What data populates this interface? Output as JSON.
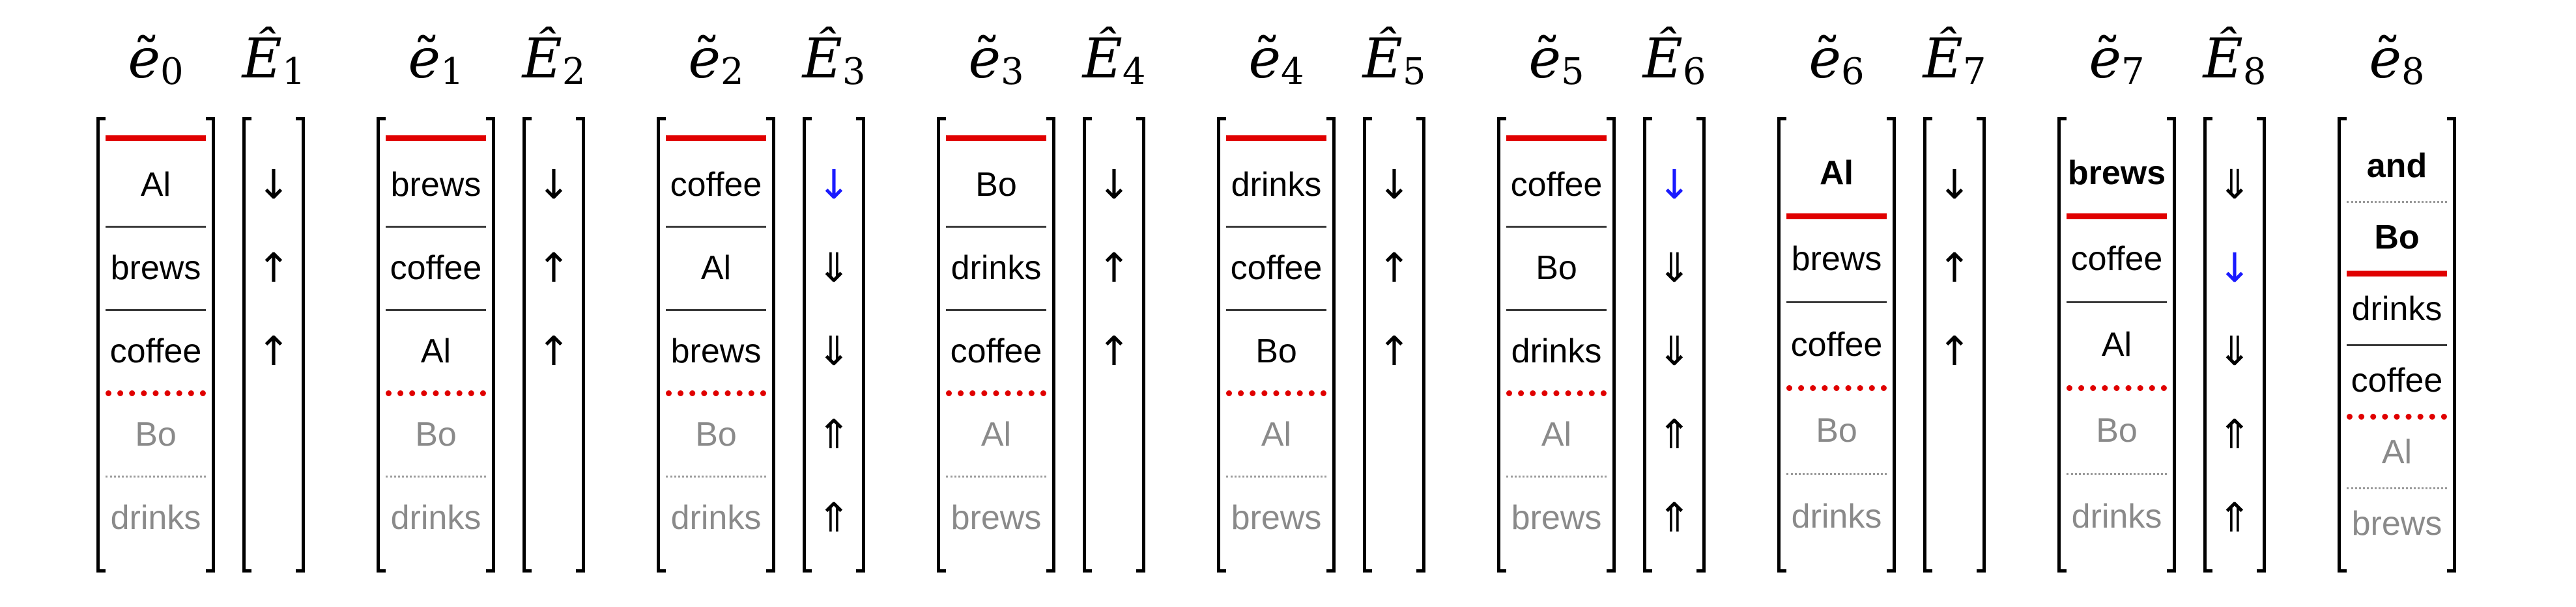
{
  "headers": {
    "e_symbol": "e",
    "E_symbol": "E",
    "e_indices": [
      "0",
      "1",
      "2",
      "3",
      "4",
      "5",
      "6",
      "7",
      "8"
    ],
    "E_indices": [
      "1",
      "2",
      "3",
      "4",
      "5",
      "6",
      "7",
      "8"
    ]
  },
  "stacks": [
    {
      "top_line": "red-solid",
      "cells": [
        {
          "text": "Al",
          "style": "normal"
        },
        {
          "text": "brews",
          "style": "normal"
        },
        {
          "text": "coffee",
          "style": "normal"
        },
        {
          "text": "Bo",
          "style": "removed"
        },
        {
          "text": "drinks",
          "style": "removed"
        }
      ],
      "separators": [
        "gray",
        "gray",
        "red-dot",
        "gray-dot"
      ]
    },
    {
      "top_line": "red-solid",
      "cells": [
        {
          "text": "brews",
          "style": "normal"
        },
        {
          "text": "coffee",
          "style": "normal"
        },
        {
          "text": "Al",
          "style": "normal"
        },
        {
          "text": "Bo",
          "style": "removed"
        },
        {
          "text": "drinks",
          "style": "removed"
        }
      ],
      "separators": [
        "gray",
        "gray",
        "red-dot",
        "gray-dot"
      ]
    },
    {
      "top_line": "red-solid",
      "cells": [
        {
          "text": "coffee",
          "style": "normal"
        },
        {
          "text": "Al",
          "style": "normal"
        },
        {
          "text": "brews",
          "style": "normal"
        },
        {
          "text": "Bo",
          "style": "removed"
        },
        {
          "text": "drinks",
          "style": "removed"
        }
      ],
      "separators": [
        "gray",
        "gray",
        "red-dot",
        "gray-dot"
      ]
    },
    {
      "top_line": "red-solid",
      "cells": [
        {
          "text": "Bo",
          "style": "normal"
        },
        {
          "text": "drinks",
          "style": "normal"
        },
        {
          "text": "coffee",
          "style": "normal"
        },
        {
          "text": "Al",
          "style": "removed"
        },
        {
          "text": "brews",
          "style": "removed"
        }
      ],
      "separators": [
        "gray",
        "gray",
        "red-dot",
        "gray-dot"
      ]
    },
    {
      "top_line": "red-solid",
      "cells": [
        {
          "text": "drinks",
          "style": "normal"
        },
        {
          "text": "coffee",
          "style": "normal"
        },
        {
          "text": "Bo",
          "style": "normal"
        },
        {
          "text": "Al",
          "style": "removed"
        },
        {
          "text": "brews",
          "style": "removed"
        }
      ],
      "separators": [
        "gray",
        "gray",
        "red-dot",
        "gray-dot"
      ]
    },
    {
      "top_line": "red-solid",
      "cells": [
        {
          "text": "coffee",
          "style": "normal"
        },
        {
          "text": "Bo",
          "style": "normal"
        },
        {
          "text": "drinks",
          "style": "normal"
        },
        {
          "text": "Al",
          "style": "removed"
        },
        {
          "text": "brews",
          "style": "removed"
        }
      ],
      "separators": [
        "gray",
        "gray",
        "red-dot",
        "gray-dot"
      ]
    },
    {
      "top_line": "none",
      "cells": [
        {
          "text": "Al",
          "style": "bold"
        },
        {
          "text": "brews",
          "style": "normal"
        },
        {
          "text": "coffee",
          "style": "normal"
        },
        {
          "text": "Bo",
          "style": "removed"
        },
        {
          "text": "drinks",
          "style": "removed"
        }
      ],
      "separators": [
        "red-solid",
        "gray",
        "red-dot",
        "gray-dot"
      ]
    },
    {
      "top_line": "none",
      "cells": [
        {
          "text": "brews",
          "style": "bold"
        },
        {
          "text": "coffee",
          "style": "normal"
        },
        {
          "text": "Al",
          "style": "normal"
        },
        {
          "text": "Bo",
          "style": "removed"
        },
        {
          "text": "drinks",
          "style": "removed"
        }
      ],
      "separators": [
        "red-solid",
        "gray",
        "red-dot",
        "gray-dot"
      ]
    },
    {
      "top_line": "none",
      "cells": [
        {
          "text": "and",
          "style": "bold"
        },
        {
          "text": "Bo",
          "style": "bold"
        },
        {
          "text": "drinks",
          "style": "normal"
        },
        {
          "text": "coffee",
          "style": "normal"
        },
        {
          "text": "Al",
          "style": "removed"
        },
        {
          "text": "brews",
          "style": "removed"
        }
      ],
      "separators": [
        "gray-dot",
        "red-solid",
        "gray",
        "red-dot",
        "gray-dot"
      ]
    }
  ],
  "arrow_columns": [
    [
      {
        "symbol": "↓",
        "color": "black"
      },
      {
        "symbol": "↑",
        "color": "black"
      },
      {
        "symbol": "↑",
        "color": "black"
      }
    ],
    [
      {
        "symbol": "↓",
        "color": "black"
      },
      {
        "symbol": "↑",
        "color": "black"
      },
      {
        "symbol": "↑",
        "color": "black"
      }
    ],
    [
      {
        "symbol": "↓",
        "color": "blue"
      },
      {
        "symbol": "⇓",
        "color": "black"
      },
      {
        "symbol": "⇓",
        "color": "black"
      },
      {
        "symbol": "⇑",
        "color": "black"
      },
      {
        "symbol": "⇑",
        "color": "black"
      }
    ],
    [
      {
        "symbol": "↓",
        "color": "black"
      },
      {
        "symbol": "↑",
        "color": "black"
      },
      {
        "symbol": "↑",
        "color": "black"
      }
    ],
    [
      {
        "symbol": "↓",
        "color": "black"
      },
      {
        "symbol": "↑",
        "color": "black"
      },
      {
        "symbol": "↑",
        "color": "black"
      }
    ],
    [
      {
        "symbol": "↓",
        "color": "blue"
      },
      {
        "symbol": "⇓",
        "color": "black"
      },
      {
        "symbol": "⇓",
        "color": "black"
      },
      {
        "symbol": "⇑",
        "color": "black"
      },
      {
        "symbol": "⇑",
        "color": "black"
      }
    ],
    [
      {
        "symbol": "↓",
        "color": "black"
      },
      {
        "symbol": "↑",
        "color": "black"
      },
      {
        "symbol": "↑",
        "color": "black"
      }
    ],
    [
      {
        "symbol": "⇓",
        "color": "black"
      },
      {
        "symbol": "↓",
        "color": "blue"
      },
      {
        "symbol": "⇓",
        "color": "black"
      },
      {
        "symbol": "⇑",
        "color": "black"
      },
      {
        "symbol": "⇑",
        "color": "black"
      }
    ]
  ],
  "colors": {
    "accent_red": "#e00000",
    "highlight_blue": "#1a1aff",
    "removed_gray": "#8a8a8a"
  }
}
